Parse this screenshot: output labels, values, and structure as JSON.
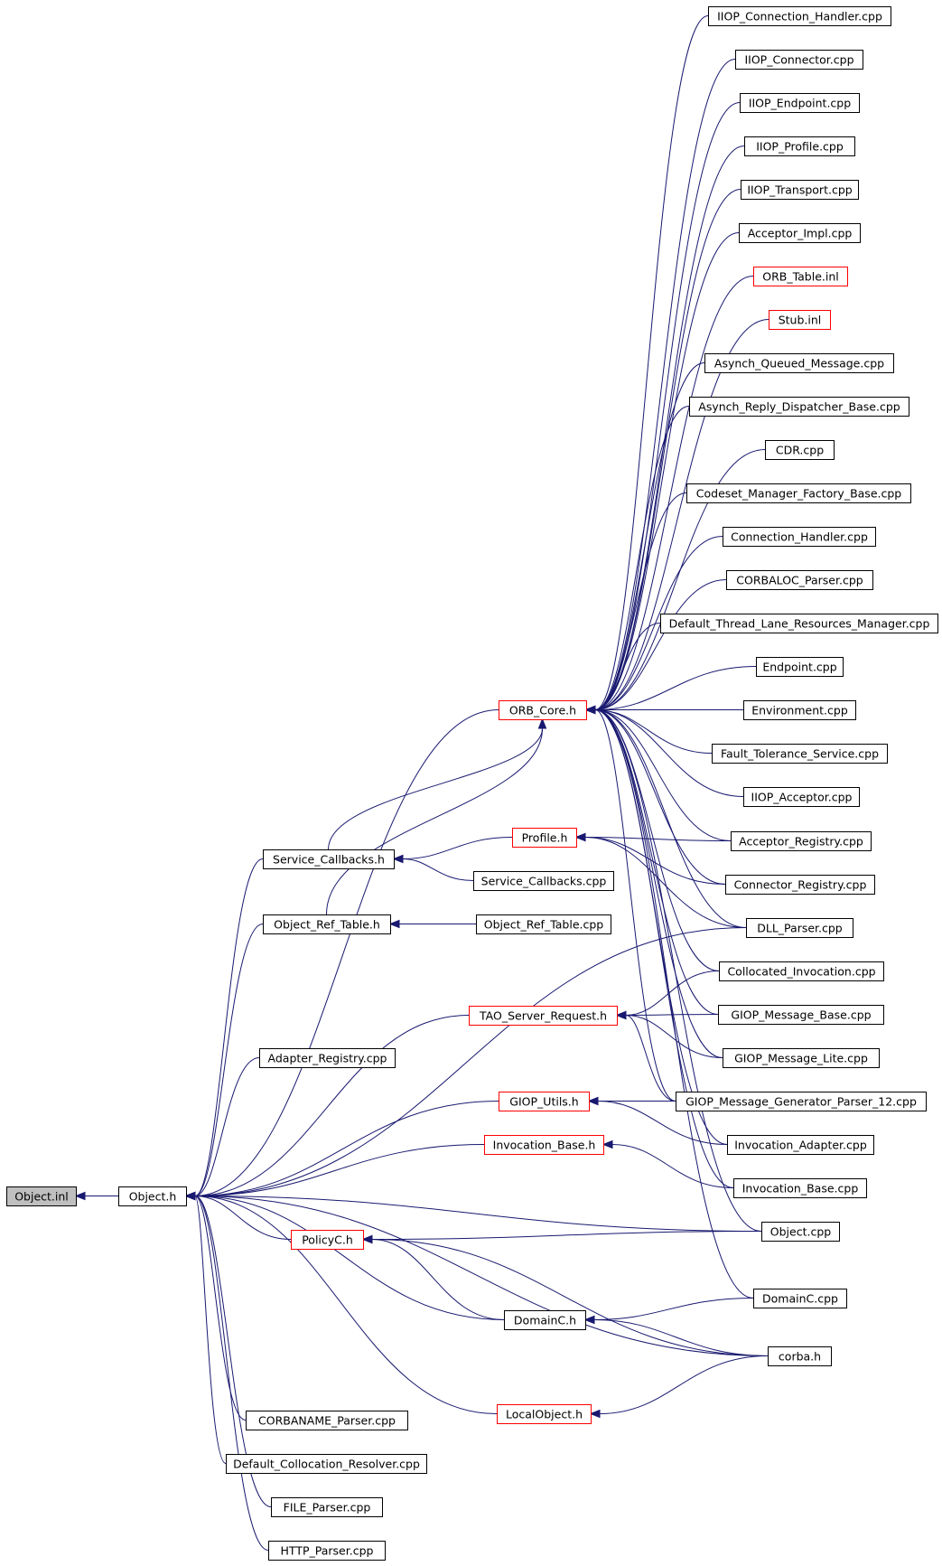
{
  "colors": {
    "edge": "#191970",
    "default_border": "#000000",
    "incomplete_border": "#ff0000",
    "root_fill": "#bfbfbf",
    "node_fill": "#ffffff"
  },
  "nodes": [
    {
      "id": "object-inl",
      "label": "Object.inl",
      "kind": "root"
    },
    {
      "id": "object-h",
      "label": "Object.h",
      "kind": "default"
    },
    {
      "id": "orb-core-h",
      "label": "ORB_Core.h",
      "kind": "incomplete"
    },
    {
      "id": "service-callbacks-h",
      "label": "Service_Callbacks.h",
      "kind": "default"
    },
    {
      "id": "object-ref-table-h",
      "label": "Object_Ref_Table.h",
      "kind": "default"
    },
    {
      "id": "adapter-registry-cpp",
      "label": "Adapter_Registry.cpp",
      "kind": "default"
    },
    {
      "id": "corbaname-parser-cpp",
      "label": "CORBANAME_Parser.cpp",
      "kind": "default"
    },
    {
      "id": "default-collocation-resolver-cpp",
      "label": "Default_Collocation_Resolver.cpp",
      "kind": "default"
    },
    {
      "id": "file-parser-cpp",
      "label": "FILE_Parser.cpp",
      "kind": "default"
    },
    {
      "id": "http-parser-cpp",
      "label": "HTTP_Parser.cpp",
      "kind": "default"
    },
    {
      "id": "profile-h",
      "label": "Profile.h",
      "kind": "incomplete"
    },
    {
      "id": "service-callbacks-cpp",
      "label": "Service_Callbacks.cpp",
      "kind": "default"
    },
    {
      "id": "object-ref-table-cpp",
      "label": "Object_Ref_Table.cpp",
      "kind": "default"
    },
    {
      "id": "tao-server-request-h",
      "label": "TAO_Server_Request.h",
      "kind": "incomplete"
    },
    {
      "id": "giop-utils-h",
      "label": "GIOP_Utils.h",
      "kind": "incomplete"
    },
    {
      "id": "invocation-base-h",
      "label": "Invocation_Base.h",
      "kind": "incomplete"
    },
    {
      "id": "policyc-h",
      "label": "PolicyC.h",
      "kind": "incomplete"
    },
    {
      "id": "domainc-h",
      "label": "DomainC.h",
      "kind": "default"
    },
    {
      "id": "localobject-h",
      "label": "LocalObject.h",
      "kind": "incomplete"
    },
    {
      "id": "iiop-connection-handler-cpp",
      "label": "IIOP_Connection_Handler.cpp",
      "kind": "default"
    },
    {
      "id": "iiop-connector-cpp",
      "label": "IIOP_Connector.cpp",
      "kind": "default"
    },
    {
      "id": "iiop-endpoint-cpp",
      "label": "IIOP_Endpoint.cpp",
      "kind": "default"
    },
    {
      "id": "iiop-profile-cpp",
      "label": "IIOP_Profile.cpp",
      "kind": "default"
    },
    {
      "id": "iiop-transport-cpp",
      "label": "IIOP_Transport.cpp",
      "kind": "default"
    },
    {
      "id": "acceptor-impl-cpp",
      "label": "Acceptor_Impl.cpp",
      "kind": "default"
    },
    {
      "id": "orb-table-inl",
      "label": "ORB_Table.inl",
      "kind": "incomplete"
    },
    {
      "id": "stub-inl",
      "label": "Stub.inl",
      "kind": "incomplete"
    },
    {
      "id": "asynch-queued-message-cpp",
      "label": "Asynch_Queued_Message.cpp",
      "kind": "default"
    },
    {
      "id": "asynch-reply-dispatcher-base-cpp",
      "label": "Asynch_Reply_Dispatcher_Base.cpp",
      "kind": "default"
    },
    {
      "id": "cdr-cpp",
      "label": "CDR.cpp",
      "kind": "default"
    },
    {
      "id": "codeset-manager-factory-base-cpp",
      "label": "Codeset_Manager_Factory_Base.cpp",
      "kind": "default"
    },
    {
      "id": "connection-handler-cpp",
      "label": "Connection_Handler.cpp",
      "kind": "default"
    },
    {
      "id": "corbaloc-parser-cpp",
      "label": "CORBALOC_Parser.cpp",
      "kind": "default"
    },
    {
      "id": "default-thread-lane-resources-manager-cpp",
      "label": "Default_Thread_Lane_Resources_Manager.cpp",
      "kind": "default"
    },
    {
      "id": "endpoint-cpp",
      "label": "Endpoint.cpp",
      "kind": "default"
    },
    {
      "id": "environment-cpp",
      "label": "Environment.cpp",
      "kind": "default"
    },
    {
      "id": "fault-tolerance-service-cpp",
      "label": "Fault_Tolerance_Service.cpp",
      "kind": "default"
    },
    {
      "id": "iiop-acceptor-cpp",
      "label": "IIOP_Acceptor.cpp",
      "kind": "default"
    },
    {
      "id": "acceptor-registry-cpp",
      "label": "Acceptor_Registry.cpp",
      "kind": "default"
    },
    {
      "id": "connector-registry-cpp",
      "label": "Connector_Registry.cpp",
      "kind": "default"
    },
    {
      "id": "dll-parser-cpp",
      "label": "DLL_Parser.cpp",
      "kind": "default"
    },
    {
      "id": "collocated-invocation-cpp",
      "label": "Collocated_Invocation.cpp",
      "kind": "default"
    },
    {
      "id": "giop-message-base-cpp",
      "label": "GIOP_Message_Base.cpp",
      "kind": "default"
    },
    {
      "id": "giop-message-lite-cpp",
      "label": "GIOP_Message_Lite.cpp",
      "kind": "default"
    },
    {
      "id": "giop-message-generator-parser-12-cpp",
      "label": "GIOP_Message_Generator_Parser_12.cpp",
      "kind": "default"
    },
    {
      "id": "invocation-adapter-cpp",
      "label": "Invocation_Adapter.cpp",
      "kind": "default"
    },
    {
      "id": "invocation-base-cpp",
      "label": "Invocation_Base.cpp",
      "kind": "default"
    },
    {
      "id": "object-cpp",
      "label": "Object.cpp",
      "kind": "default"
    },
    {
      "id": "domainc-cpp",
      "label": "DomainC.cpp",
      "kind": "default"
    },
    {
      "id": "corba-h",
      "label": "corba.h",
      "kind": "default"
    }
  ],
  "edges": [
    [
      "object-h",
      "object-inl"
    ],
    [
      "adapter-registry-cpp",
      "object-h"
    ],
    [
      "corbaname-parser-cpp",
      "object-h"
    ],
    [
      "default-collocation-resolver-cpp",
      "object-h"
    ],
    [
      "file-parser-cpp",
      "object-h"
    ],
    [
      "http-parser-cpp",
      "object-h"
    ],
    [
      "orb-core-h",
      "object-h"
    ],
    [
      "service-callbacks-h",
      "object-h"
    ],
    [
      "object-ref-table-h",
      "object-h"
    ],
    [
      "tao-server-request-h",
      "object-h"
    ],
    [
      "giop-utils-h",
      "object-h"
    ],
    [
      "invocation-base-h",
      "object-h"
    ],
    [
      "policyc-h",
      "object-h"
    ],
    [
      "domainc-h",
      "object-h"
    ],
    [
      "localobject-h",
      "object-h"
    ],
    [
      "dll-parser-cpp",
      "object-h"
    ],
    [
      "object-cpp",
      "object-h"
    ],
    [
      "corba-h",
      "object-h"
    ],
    [
      "service-callbacks-h",
      "orb-core-h"
    ],
    [
      "object-ref-table-h",
      "orb-core-h"
    ],
    [
      "iiop-connection-handler-cpp",
      "orb-core-h"
    ],
    [
      "iiop-connector-cpp",
      "orb-core-h"
    ],
    [
      "iiop-endpoint-cpp",
      "orb-core-h"
    ],
    [
      "iiop-profile-cpp",
      "orb-core-h"
    ],
    [
      "iiop-transport-cpp",
      "orb-core-h"
    ],
    [
      "acceptor-impl-cpp",
      "orb-core-h"
    ],
    [
      "orb-table-inl",
      "orb-core-h"
    ],
    [
      "stub-inl",
      "orb-core-h"
    ],
    [
      "asynch-queued-message-cpp",
      "orb-core-h"
    ],
    [
      "asynch-reply-dispatcher-base-cpp",
      "orb-core-h"
    ],
    [
      "cdr-cpp",
      "orb-core-h"
    ],
    [
      "codeset-manager-factory-base-cpp",
      "orb-core-h"
    ],
    [
      "connection-handler-cpp",
      "orb-core-h"
    ],
    [
      "corbaloc-parser-cpp",
      "orb-core-h"
    ],
    [
      "default-thread-lane-resources-manager-cpp",
      "orb-core-h"
    ],
    [
      "endpoint-cpp",
      "orb-core-h"
    ],
    [
      "environment-cpp",
      "orb-core-h"
    ],
    [
      "fault-tolerance-service-cpp",
      "orb-core-h"
    ],
    [
      "iiop-acceptor-cpp",
      "orb-core-h"
    ],
    [
      "acceptor-registry-cpp",
      "orb-core-h"
    ],
    [
      "connector-registry-cpp",
      "orb-core-h"
    ],
    [
      "dll-parser-cpp",
      "orb-core-h"
    ],
    [
      "collocated-invocation-cpp",
      "orb-core-h"
    ],
    [
      "giop-message-base-cpp",
      "orb-core-h"
    ],
    [
      "giop-message-lite-cpp",
      "orb-core-h"
    ],
    [
      "giop-message-generator-parser-12-cpp",
      "orb-core-h"
    ],
    [
      "invocation-adapter-cpp",
      "orb-core-h"
    ],
    [
      "invocation-base-cpp",
      "orb-core-h"
    ],
    [
      "object-cpp",
      "orb-core-h"
    ],
    [
      "domainc-cpp",
      "orb-core-h"
    ],
    [
      "profile-h",
      "service-callbacks-h"
    ],
    [
      "service-callbacks-cpp",
      "service-callbacks-h"
    ],
    [
      "object-ref-table-cpp",
      "object-ref-table-h"
    ],
    [
      "acceptor-registry-cpp",
      "profile-h"
    ],
    [
      "connector-registry-cpp",
      "profile-h"
    ],
    [
      "dll-parser-cpp",
      "profile-h"
    ],
    [
      "collocated-invocation-cpp",
      "tao-server-request-h"
    ],
    [
      "giop-message-base-cpp",
      "tao-server-request-h"
    ],
    [
      "giop-message-lite-cpp",
      "tao-server-request-h"
    ],
    [
      "giop-message-generator-parser-12-cpp",
      "tao-server-request-h"
    ],
    [
      "giop-message-generator-parser-12-cpp",
      "giop-utils-h"
    ],
    [
      "invocation-adapter-cpp",
      "giop-utils-h"
    ],
    [
      "invocation-base-cpp",
      "invocation-base-h"
    ],
    [
      "object-cpp",
      "policyc-h"
    ],
    [
      "domainc-h",
      "policyc-h"
    ],
    [
      "corba-h",
      "policyc-h"
    ],
    [
      "domainc-cpp",
      "domainc-h"
    ],
    [
      "corba-h",
      "domainc-h"
    ],
    [
      "corba-h",
      "localobject-h"
    ]
  ]
}
